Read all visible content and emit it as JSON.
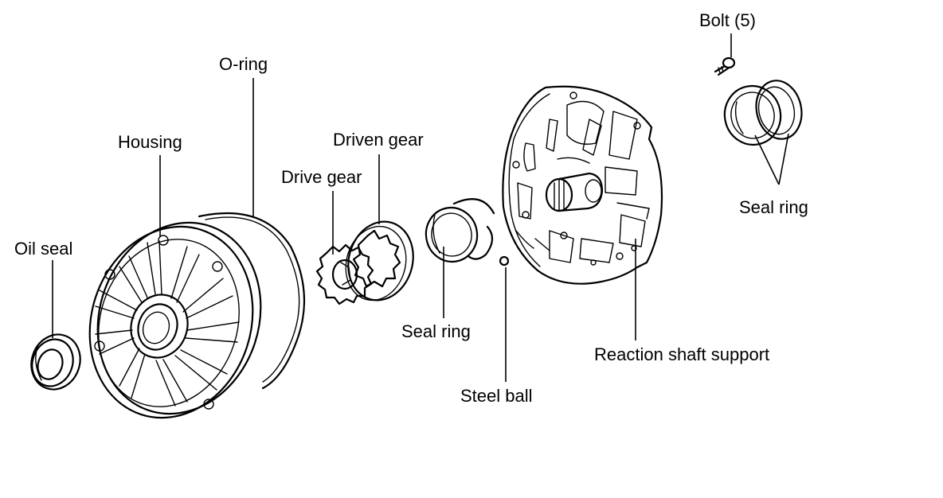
{
  "labels": {
    "bolt": "Bolt (5)",
    "o_ring": "O-ring",
    "housing": "Housing",
    "driven_gear": "Driven gear",
    "drive_gear": "Drive gear",
    "oil_seal": "Oil seal",
    "seal_ring_center": "Seal ring",
    "seal_ring_right": "Seal ring",
    "reaction_shaft_support": "Reaction shaft support",
    "steel_ball": "Steel ball"
  }
}
